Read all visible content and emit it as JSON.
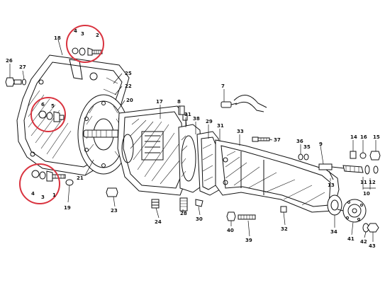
{
  "colors": {
    "ink": "#111111",
    "highlight": "#d9333f",
    "paper": "#ffffff"
  },
  "labels": {
    "p2": "2",
    "p3a": "3",
    "p4a": "4",
    "p6": "6",
    "p5": "5",
    "p4b": "4",
    "p3b": "3",
    "p18": "18",
    "p26": "26",
    "p27": "27",
    "p25": "25",
    "p22": "22",
    "p20": "20",
    "p21": "21",
    "p19": "19",
    "p1": "1",
    "p23": "23",
    "p24": "24",
    "p17": "17",
    "p8": "8",
    "p31a": "31",
    "p38": "38",
    "p29": "29",
    "p31b": "31",
    "p33": "33",
    "p28": "28",
    "p30": "30",
    "p7": "7",
    "p37": "37",
    "p36": "36",
    "p35": "35",
    "p9": "9",
    "p13": "13",
    "p14": "14",
    "p16": "16",
    "p15": "15",
    "p11": "11",
    "p12": "12",
    "p10": "10",
    "p40": "40",
    "p39": "39",
    "p32": "32",
    "p34": "34",
    "p41": "41",
    "p42": "42",
    "p43": "43"
  }
}
